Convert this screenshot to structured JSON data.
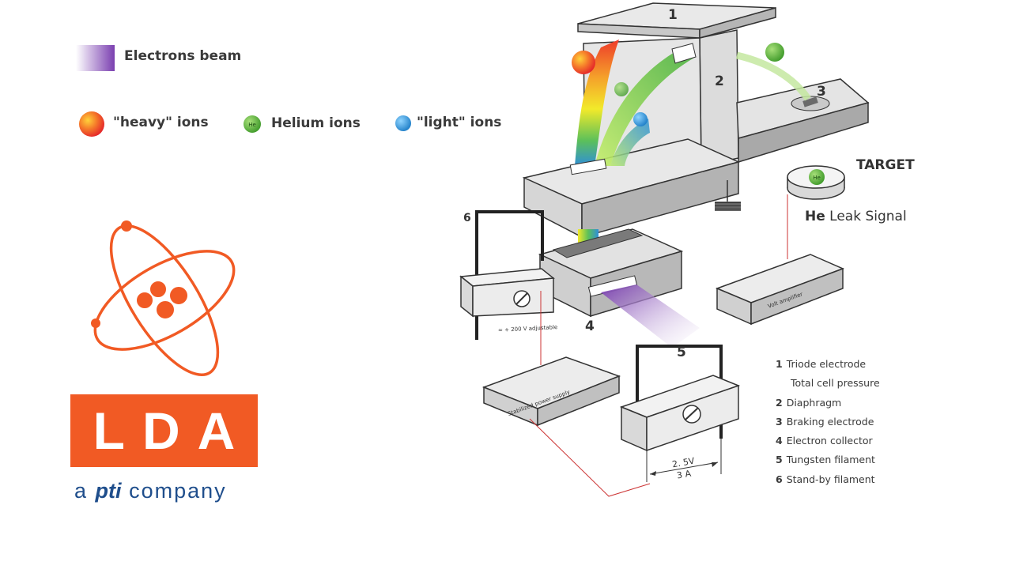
{
  "legend": {
    "electron_beam": "Electrons beam",
    "heavy_ions": "\"heavy\" ions",
    "helium_ions": "Helium ions",
    "light_ions": "\"light\" ions",
    "he_symbol": "He"
  },
  "logo": {
    "letters": "LDA",
    "tagline_pre": "a",
    "tagline_brand": "pti",
    "tagline_post": "company"
  },
  "diagram": {
    "numbers": [
      "1",
      "2",
      "3",
      "4",
      "5",
      "6"
    ],
    "target_label": "TARGET",
    "leak_he": "He",
    "leak_text": "Leak Signal",
    "voltage_label": "≈ + 200 V adjustable",
    "power_supply_label": "Stabilized power supply",
    "amplifier_label": "Volt amplifier",
    "filament_v": "2. 5V",
    "filament_a": "3 A"
  },
  "key": [
    {
      "num": "1",
      "text": "Triode electrode"
    },
    {
      "num": "",
      "text": "Total cell pressure"
    },
    {
      "num": "2",
      "text": "Diaphragm"
    },
    {
      "num": "3",
      "text": "Braking electrode"
    },
    {
      "num": "4",
      "text": "Electron collector"
    },
    {
      "num": "5",
      "text": "Tungsten filament"
    },
    {
      "num": "6",
      "text": "Stand-by filament"
    }
  ],
  "colors": {
    "brand_orange": "#f15a24",
    "brand_blue": "#1f4e8c",
    "electron_purple": "#8a4fb8",
    "helium_green": "#5cb53a",
    "light_blue": "#2a8fd8",
    "heavy_red": "#e8372a"
  }
}
